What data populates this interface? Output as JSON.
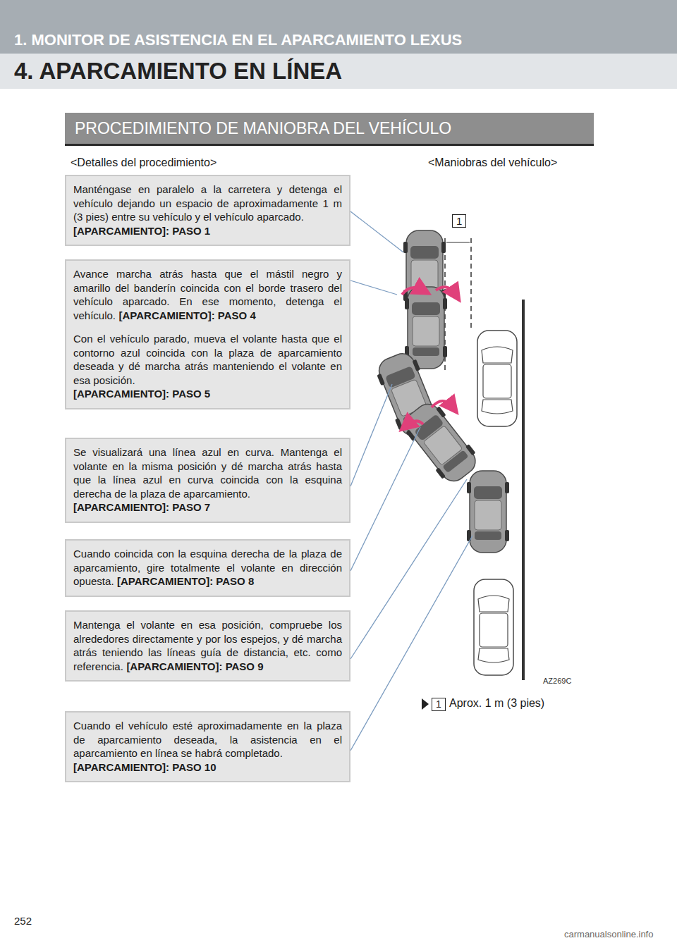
{
  "diagram": {
    "title": "4. APARCAMIENTO EN LÍNEA",
    "nodes": [
      {
        "text": [
          "PROCEDIMIENTO DE MANIOBRA DEL VEHÍCULO"
        ]
      },
      {
        "text": [
          "Manténgase en paralelo a la carretera y detenga el vehículo dejando un espacio de aproximadamente 1 m (3 pies) entre su vehículo y el vehículo aparcado.",
          "[APARCAMIENTO]: PASO 1"
        ]
      },
      {
        "text": [
          "Avance marcha atrás hasta que el mástil negro y amarillo del banderín coincida con el borde trasero del vehículo aparcado. En ese momento, detenga el vehículo.",
          "[APARCAMIENTO]: PASO 4",
          "Con el vehículo parado, mueva el volante hasta que el contorno azul coincida con la plaza de aparcamiento deseada y dé marcha atrás manteniendo el volante en esa posición.",
          "[APARCAMIENTO]: PASO 5"
        ]
      },
      {
        "text": [
          "Se visualizará una línea azul en curva. Mantenga el volante en la misma posición y dé marcha atrás hasta que la línea azul en curva coincida con la esquina derecha de la plaza de aparcamiento.",
          "[APARCAMIENTO]: PASO 7"
        ]
      },
      {
        "text": [
          "Cuando coincida con la esquina derecha de la plaza de aparcamiento, gire totalmente el volante en dirección opuesta.",
          "[APARCAMIENTO]: PASO 8"
        ]
      },
      {
        "text": [
          "Mantenga el volante en esa posición, compruebe los alrededores directamente y por los espejos, y dé marcha atrás teniendo las líneas guía de distancia, etc. como referencia.",
          "[APARCAMIENTO]: PASO 9"
        ]
      },
      {
        "text": [
          "Cuando el vehículo esté aproximadamente en la plaza de aparcamiento deseada, la asistencia en el aparcamiento en línea se habrá completado.",
          "[APARCAMIENTO]: PASO 10"
        ]
      }
    ],
    "labels": [
      "1. MONITOR DE ASISTENCIA EN EL APARCAMIENTO LEXUS",
      "<Detalles del procedimiento>",
      "<Maniobras del vehículo>",
      "1",
      "AZ269C",
      "1",
      "Aprox. 1 m (3 pies)",
      "252",
      "carmanualsonline.info"
    ]
  }
}
